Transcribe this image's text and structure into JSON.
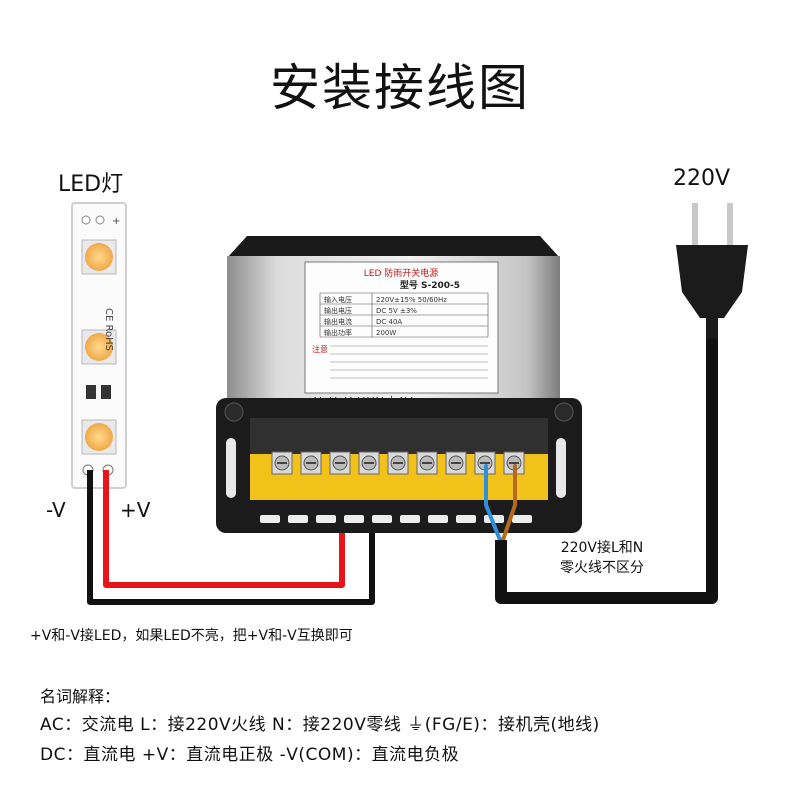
{
  "title": "安装接线图",
  "led": {
    "title": "LED灯",
    "strip_brand": "CE RoHS",
    "minus_label": "-V",
    "plus_label": "+V"
  },
  "ac_input": {
    "title": "220V",
    "hint_line1": "220V接L和N",
    "hint_line2": "零火线不区分"
  },
  "psu": {
    "label_title": "LED 防雨开关电源",
    "model": "型号 S-200-5",
    "spec_rows": [
      {
        "key": "输入电压",
        "value": "220V±15% 50/60Hz"
      },
      {
        "key": "输出电压",
        "value": "DC 5V ±3%"
      },
      {
        "key": "输出电流",
        "value": "DC 40A"
      },
      {
        "key": "输出功率",
        "value": "200W"
      }
    ],
    "notice_label": "注意",
    "terminal_labels": "+V+V+V -V-V-V ⏚ N L"
  },
  "notes": {
    "swap_note": "+V和-V接LED，如果LED不亮，把+V和-V互换即可",
    "legend_heading": "名词解释：",
    "ac_line": "AC：交流电   L：接220V火线   N：接220V零线   ⏚(FG/E)：接机壳(地线)",
    "dc_line": "DC：直流电   +V：直流电正极   -V(COM)：直流电负极"
  },
  "colors": {
    "positive_wire": "#e8141a",
    "negative_wire": "#111111",
    "neutral_wire": "#2f8fd8",
    "live_wire": "#b56a1a",
    "led_chip": "#f7c46b"
  }
}
